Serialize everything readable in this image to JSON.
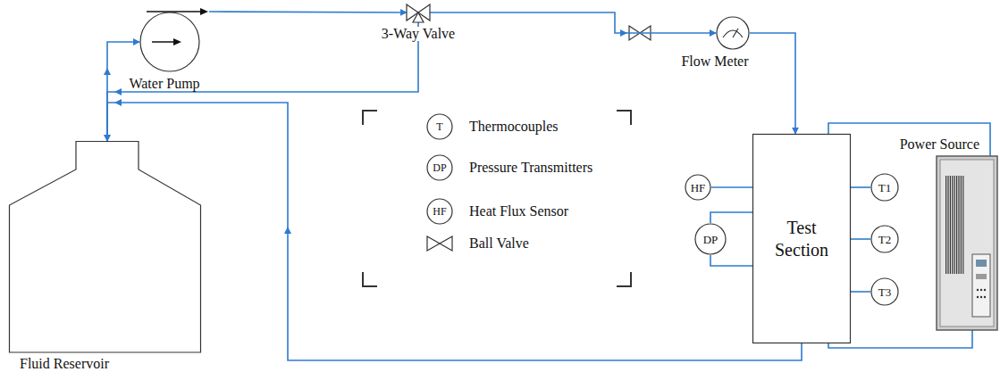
{
  "diagram": {
    "nodes": [
      {
        "text": [
          "Water Pump"
        ]
      },
      {
        "text": [
          "3-Way Valve"
        ]
      },
      {
        "text": [
          "Flow Meter"
        ]
      },
      {
        "text": [
          "HF"
        ]
      },
      {
        "text": [
          "DP"
        ]
      },
      {
        "text": [
          "Test Section"
        ]
      },
      {
        "text": [
          "T1"
        ]
      },
      {
        "text": [
          "T2"
        ]
      },
      {
        "text": [
          "T3"
        ]
      },
      {
        "text": [
          "Power Source"
        ]
      },
      {
        "text": [
          "Fluid Reservoir"
        ]
      }
    ],
    "edges": [
      {
        "from": 10,
        "to": 0,
        "arrow": "to"
      },
      {
        "from": 0,
        "to": 1,
        "arrow": "to"
      },
      {
        "from": 1,
        "to": 10,
        "arrow": "to"
      },
      {
        "from": 1,
        "to": 2,
        "arrow": "to"
      },
      {
        "from": 2,
        "to": 5,
        "arrow": "to"
      },
      {
        "from": 5,
        "to": 3,
        "arrow": "none"
      },
      {
        "from": 5,
        "to": 4,
        "arrow": "none"
      },
      {
        "from": 5,
        "to": 4,
        "arrow": "none"
      },
      {
        "from": 5,
        "to": 6,
        "arrow": "none"
      },
      {
        "from": 5,
        "to": 7,
        "arrow": "none"
      },
      {
        "from": 5,
        "to": 8,
        "arrow": "none"
      },
      {
        "from": 5,
        "to": 9,
        "arrow": "none"
      },
      {
        "from": 5,
        "to": 9,
        "arrow": "none"
      },
      {
        "from": 5,
        "to": 10,
        "arrow": "to"
      }
    ],
    "labels": [
      "T",
      "DP",
      "HF"
    ],
    "legend": [
      {
        "text": "Thermocouples"
      },
      {
        "text": "Pressure Transmitters"
      },
      {
        "text": "Heat Flux Sensor"
      },
      {
        "text": "Ball Valve"
      }
    ]
  }
}
